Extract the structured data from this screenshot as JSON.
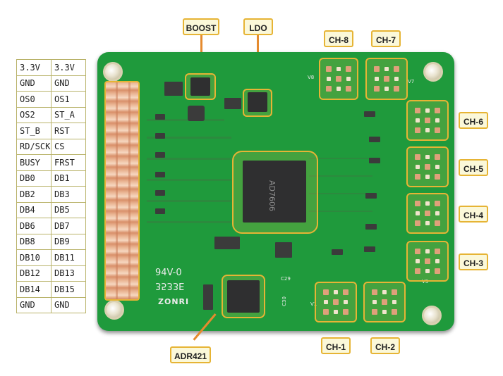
{
  "pin_table": [
    [
      "3.3V",
      "3.3V"
    ],
    [
      "GND",
      "GND"
    ],
    [
      "OS0",
      "OS1"
    ],
    [
      "OS2",
      "ST_A"
    ],
    [
      "ST_B",
      "RST"
    ],
    [
      "RD/SCK",
      "CS"
    ],
    [
      "BUSY",
      "FRST"
    ],
    [
      "DB0",
      "DB1"
    ],
    [
      "DB2",
      "DB3"
    ],
    [
      "DB4",
      "DB5"
    ],
    [
      "DB6",
      "DB7"
    ],
    [
      "DB8",
      "DB9"
    ],
    [
      "DB10",
      "DB11"
    ],
    [
      "DB12",
      "DB13"
    ],
    [
      "DB14",
      "DB15"
    ],
    [
      "GND",
      "GND"
    ]
  ],
  "callouts": {
    "boost": "BOOST",
    "ldo": "LDO",
    "adr421": "ADR421",
    "ch8": "CH-8",
    "ch7": "CH-7",
    "ch6": "CH-6",
    "ch5": "CH-5",
    "ch4": "CH-4",
    "ch3": "CH-3",
    "ch1": "CH-1",
    "ch2": "CH-2"
  },
  "board": {
    "chip_marking": "AD7606",
    "silk_94v": "94V-0",
    "silk_date": "3533E",
    "silk_brand": "ZONRI",
    "silk_v8": "V8",
    "silk_v7": "V7",
    "silk_v1": "V1",
    "silk_v3": "V3",
    "silk_c29": "C29",
    "silk_c30": "C30"
  },
  "colors": {
    "pcb_green": "#1f9a3c",
    "highlight": "#e6b435",
    "arrow": "#e58b2e"
  }
}
